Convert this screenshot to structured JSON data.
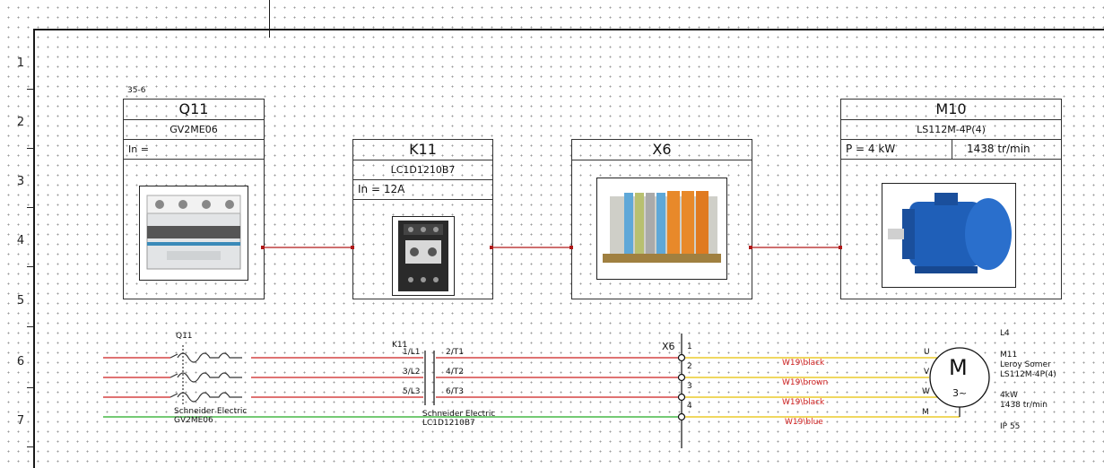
{
  "rows": [
    "1",
    "2",
    "3",
    "4",
    "5",
    "6",
    "7"
  ],
  "devices": {
    "q11": {
      "ref": "35-6",
      "title": "Q11",
      "model": "GV2ME06",
      "param": "In ="
    },
    "k11": {
      "title": "K11",
      "model": "LC1D1210B7",
      "param": "In  =  12A"
    },
    "x6": {
      "title": "X6"
    },
    "m10": {
      "title": "M10",
      "model": "LS112M-4P(4)",
      "power": "P =    4 kW",
      "speed": "1438 tr/min"
    }
  },
  "schematic": {
    "q11_label": "Q11",
    "q11_maker": "Schneider Electric",
    "q11_model": "GV2ME06",
    "k11_label": "K11",
    "k11_maker": "Schneider Electric",
    "k11_model": "LC1D1210B7",
    "k11_terminals_in": [
      "1/L1",
      "3/L2",
      "5/L3"
    ],
    "k11_terminals_out": [
      "2/T1",
      "4/T2",
      "6/T3"
    ],
    "x6_label": "X6",
    "x6_terminals": [
      "1",
      "2",
      "3",
      "4"
    ],
    "wires": [
      "W19\\black",
      "W19\\brown",
      "W19\\black",
      "W19\\blue"
    ],
    "motor_terminals": [
      "U",
      "V",
      "W",
      "M"
    ],
    "motor_symbol": "M",
    "motor_phase": "3~",
    "motor_info": {
      "location": "L4",
      "tag": "M11",
      "maker": "Leroy Somer",
      "model": "LS112M-4P(4)",
      "power": "4kW",
      "speed": "1438 tr/min",
      "ip": "IP 55"
    }
  },
  "colors": {
    "phase_line": "#cc1f1f",
    "neutral_line": "#22aa22",
    "link_line": "#b01818",
    "wire_yellow": "#e8c000"
  }
}
